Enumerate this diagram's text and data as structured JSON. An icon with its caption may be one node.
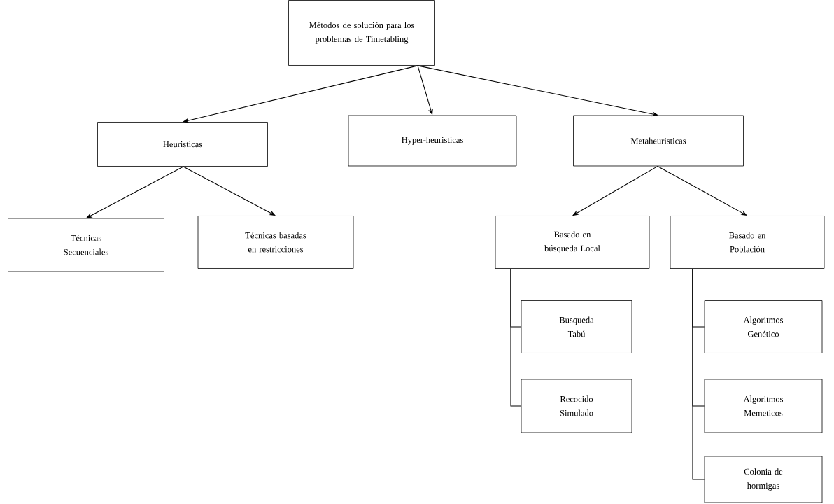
{
  "diagram": {
    "nodes": [
      {
        "text": [
          "Métodos de solución para los problemas de Timetabling"
        ]
      },
      {
        "text": [
          "Heuristicas"
        ]
      },
      {
        "text": [
          "Hyper-heuristicas"
        ]
      },
      {
        "text": [
          "Metaheuristicas"
        ]
      },
      {
        "text": [
          "Técnicas Secuenciales"
        ]
      },
      {
        "text": [
          "Técnicas basadas en restricciones"
        ]
      },
      {
        "text": [
          "Basado en búsqueda Local"
        ]
      },
      {
        "text": [
          "Basado en Población"
        ]
      },
      {
        "text": [
          "Busqueda Tabú"
        ]
      },
      {
        "text": [
          "Recocido Simulado"
        ]
      },
      {
        "text": [
          "Algoritmos Genético"
        ]
      },
      {
        "text": [
          "Algoritmos Memeticos"
        ]
      },
      {
        "text": [
          "Colonia de hormigas"
        ]
      }
    ],
    "edges": [
      {
        "from": 0,
        "to": 1,
        "arrow": "to"
      },
      {
        "from": 0,
        "to": 2,
        "arrow": "to"
      },
      {
        "from": 0,
        "to": 3,
        "arrow": "to"
      },
      {
        "from": 1,
        "to": 4,
        "arrow": "to"
      },
      {
        "from": 1,
        "to": 5,
        "arrow": "to"
      },
      {
        "from": 3,
        "to": 6,
        "arrow": "to"
      },
      {
        "from": 3,
        "to": 7,
        "arrow": "to"
      },
      {
        "from": 6,
        "to": 8,
        "arrow": "none"
      },
      {
        "from": 6,
        "to": 9,
        "arrow": "none"
      },
      {
        "from": 7,
        "to": 10,
        "arrow": "none"
      },
      {
        "from": 7,
        "to": 11,
        "arrow": "none"
      },
      {
        "from": 7,
        "to": 12,
        "arrow": "none"
      }
    ]
  }
}
